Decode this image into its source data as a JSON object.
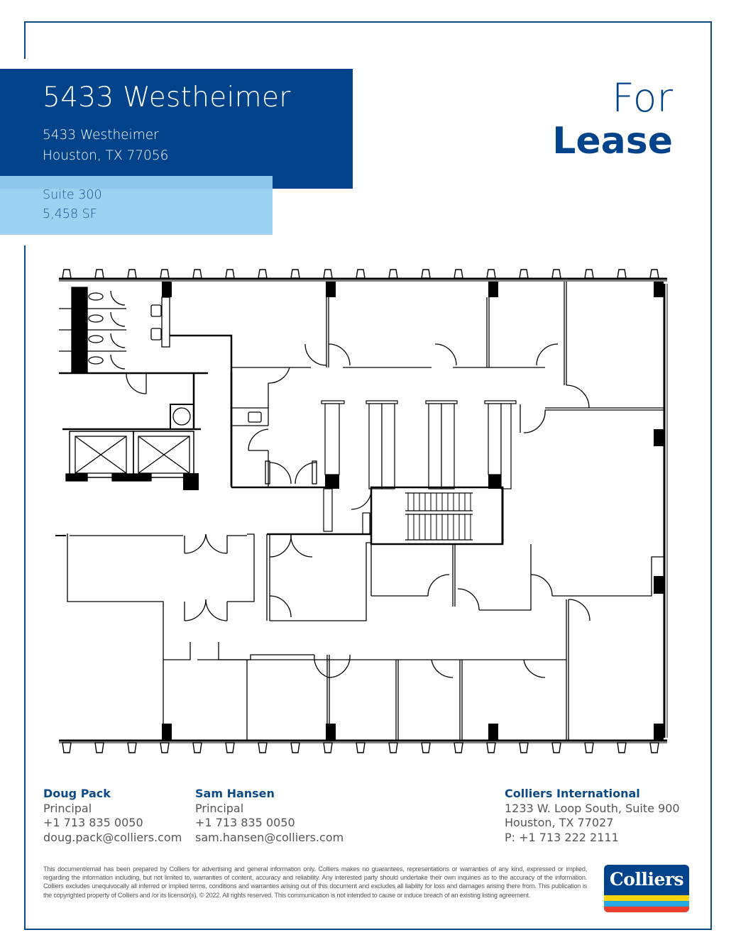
{
  "document": {
    "type": "Property flyer - floor plan",
    "colors": {
      "brand_navy": "#00438a",
      "suite_light_blue": "#9cd2f1",
      "frame": "#0c4a85",
      "body_text": "#555555"
    }
  },
  "header": {
    "property_name": "5433 Westheimer",
    "address_line1": "5433 Westheimer",
    "address_line2": "Houston, TX 77056",
    "suite": "Suite 300",
    "size": "5,458 SF",
    "status_line1": "For",
    "status_line2": "Lease"
  },
  "floorplan": {
    "description": "Suite 300 floor plan with perimeter offices, restrooms, two elevators, stairwell, conference area and open office space",
    "features": [
      "restrooms",
      "elevators (2)",
      "stairwell",
      "perimeter windows",
      "private offices",
      "double-door conference rooms"
    ]
  },
  "contacts": [
    {
      "name": "Doug Pack",
      "title": "Principal",
      "phone": "+1 713 835 0050",
      "email": "doug.pack@colliers.com"
    },
    {
      "name": "Sam Hansen",
      "title": "Principal",
      "phone": "+1 713 835 0050",
      "email": "sam.hansen@colliers.com"
    }
  ],
  "company": {
    "name": "Colliers International",
    "address_line1": "1233 W. Loop South, Suite 900",
    "address_line2": "Houston, TX 77027",
    "phone": "P: +1 713 222 2111"
  },
  "disclaimer": "This document/email has been prepared by Colliers for advertising and general information only. Colliers makes no guarantees, representations or warranties of any kind, expressed or implied, regarding the information including, but not limited to, warranties of content, accuracy and reliability. Any interested party should undertake their own inquiries as to the accuracy of the information. Colliers excludes unequivocally all inferred or implied terms, conditions and warranties arising out of this document and excludes all liability for loss and damages arising there from. This publication is the copyrighted property of Colliers and /or its licensor(s). © 2022. All rights reserved. This communication is not intended to cause or induce breach of an existing listing agreement.",
  "logo": {
    "text": "Colliers",
    "stripe_colors": [
      "#ffd40f",
      "#25a9e0",
      "#ea3f2f"
    ]
  }
}
